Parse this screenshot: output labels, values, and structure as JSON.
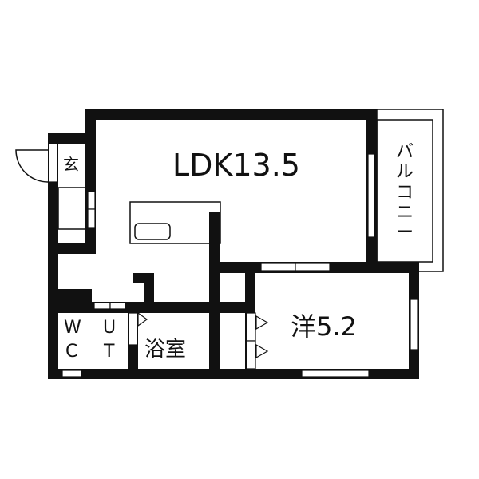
{
  "rooms": {
    "ldk": "LDK13.5",
    "entrance": "玄",
    "balcony": "バルコニー",
    "western_room": "洋5.2",
    "bathroom": "浴室",
    "wc_w": "W",
    "wc_c": "C",
    "ut_u": "U",
    "ut_t": "T"
  },
  "colors": {
    "wall": "#111111",
    "background": "#ffffff"
  }
}
